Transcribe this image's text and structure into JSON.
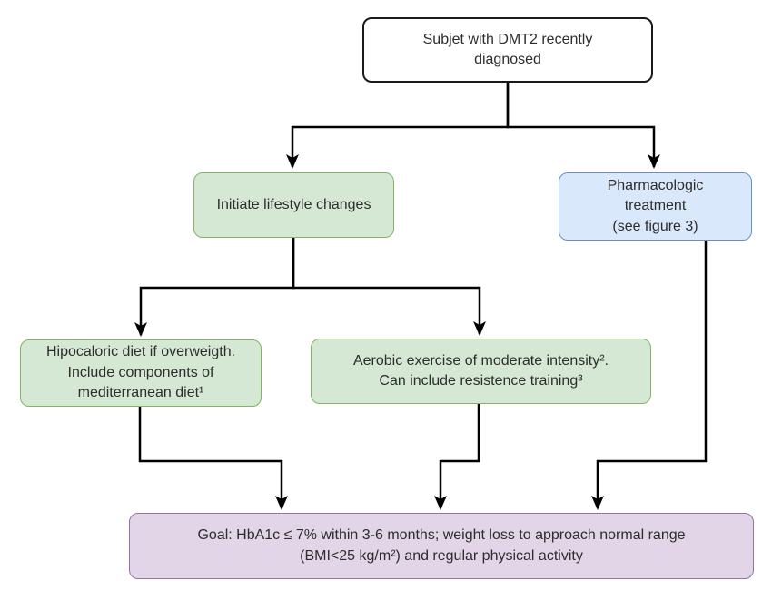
{
  "diagram": {
    "type": "flowchart",
    "nodes": {
      "start": {
        "label": "Subjet with DMT2 recently\ndiagnosed",
        "color_role": "plain"
      },
      "lifestyle": {
        "label": "Initiate lifestyle changes",
        "color_role": "green"
      },
      "pharma": {
        "label": "Pharmacologic\ntreatment\n(see figure 3)",
        "color_role": "blue"
      },
      "diet": {
        "label": "Hipocaloric diet if overweigth.\nInclude components of\nmediterranean diet¹",
        "color_role": "green"
      },
      "exercise": {
        "label": "Aerobic exercise of moderate intensity².\nCan include resistence training³",
        "color_role": "green"
      },
      "goal": {
        "label": "Goal: HbA1c ≤ 7% within 3-6 months; weight loss to approach normal range\n(BMI<25 kg/m²) and regular physical activity",
        "color_role": "purple"
      }
    },
    "edges": [
      {
        "from": "start",
        "to": "lifestyle"
      },
      {
        "from": "start",
        "to": "pharma"
      },
      {
        "from": "lifestyle",
        "to": "diet"
      },
      {
        "from": "lifestyle",
        "to": "exercise"
      },
      {
        "from": "diet",
        "to": "goal"
      },
      {
        "from": "exercise",
        "to": "goal"
      },
      {
        "from": "pharma",
        "to": "goal"
      }
    ],
    "colors": {
      "plain_fill": "#ffffff",
      "plain_border": "#1a1a1a",
      "green_fill": "#d5e8d4",
      "green_border": "#82b366",
      "blue_fill": "#dae8fc",
      "blue_border": "#6c8ebf",
      "purple_fill": "#e1d5e7",
      "purple_border": "#9673a6",
      "connector": "#000000",
      "text": "#2d2d2d"
    }
  }
}
